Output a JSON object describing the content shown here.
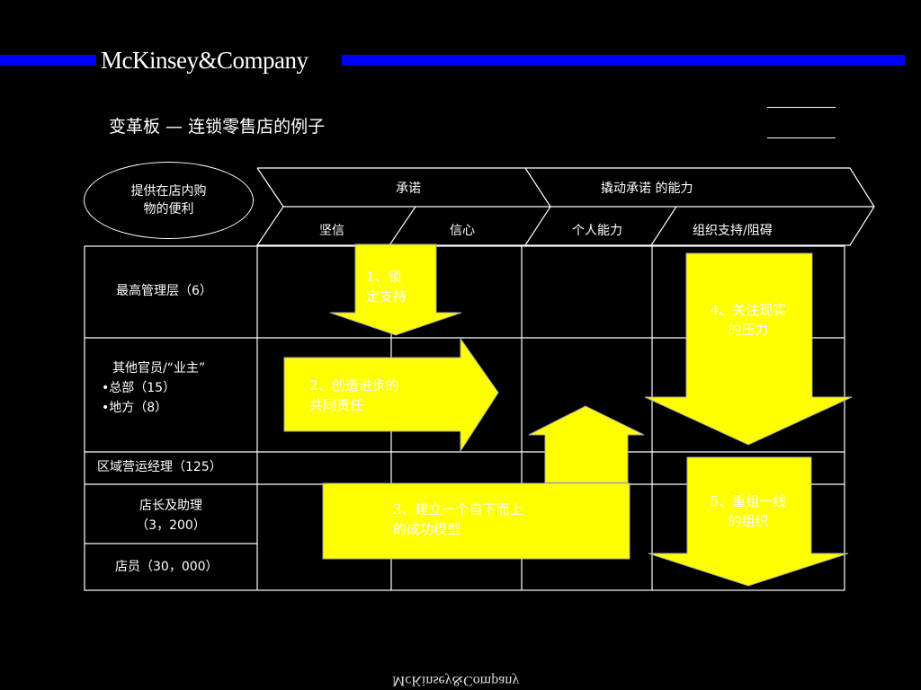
{
  "brand": {
    "logo_text": "McKinsey&Company",
    "footer_text": "McKinsey&Company",
    "bar_color": "#0000ff"
  },
  "title": "变革板 — 连锁零售店的例子",
  "oval_text": "提供在店内购\n物的便利",
  "headers": {
    "top": [
      "承诺",
      "撬动承诺 的能力"
    ],
    "sub": [
      "坚信",
      "信心",
      "个人能力",
      "组织支持/阻碍"
    ]
  },
  "rows": [
    {
      "lines": [
        "最高管理层（6）"
      ]
    },
    {
      "lines": [
        "其他官员/“业主”",
        "•总部（15）",
        "•地方（8）"
      ]
    },
    {
      "lines": [
        "区域营运经理（125）"
      ]
    },
    {
      "lines": [
        "店长及助理",
        "（3，200）"
      ]
    },
    {
      "lines": [
        "店员（30，000）"
      ]
    }
  ],
  "arrows": [
    {
      "text": "1、锁\n定支持"
    },
    {
      "text": "2、创造进步的\n共同责任"
    },
    {
      "text": "3、建立一个自下而上\n的成功模型"
    },
    {
      "text": "4、关注现实\n的压力"
    },
    {
      "text": "5、重组一线\n的组织"
    }
  ],
  "colors": {
    "arrow_fill": "#ffff00",
    "background": "#000000",
    "lines": "#ffffff"
  }
}
